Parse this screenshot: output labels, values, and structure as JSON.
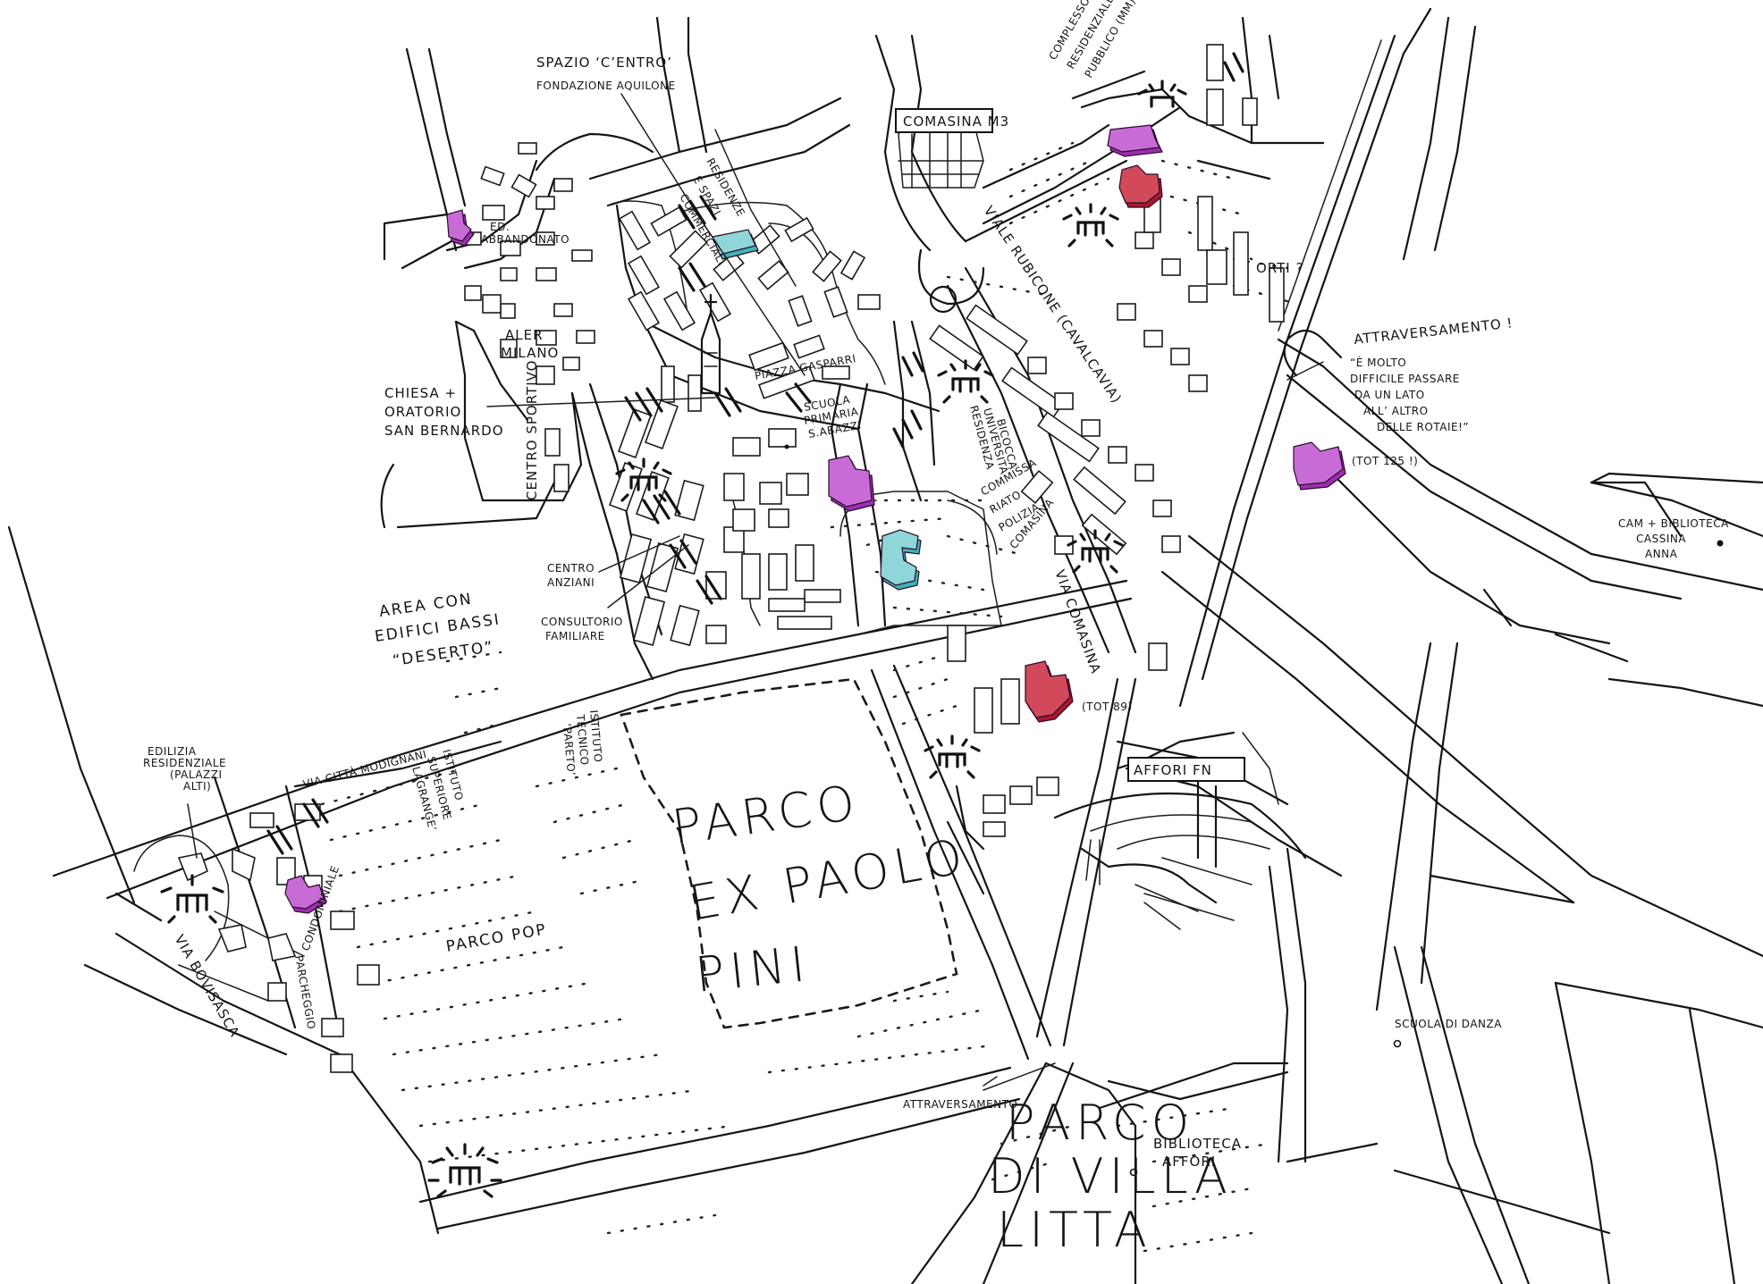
{
  "colors": {
    "violet": "#9b2fb0",
    "violet_top": "#c86bd6",
    "red": "#a8182c",
    "red_top": "#d24a5a",
    "teal": "#3fb3b6",
    "teal_top": "#8fd6d8",
    "ink": "#141414"
  },
  "labels": {
    "spazio_centro_1": "SPAZIO ‘C’ENTRO’",
    "spazio_centro_2": "FONDAZIONE AQUILONE",
    "comasina_m3": "COMASINA M3",
    "residenze_1": "RESIDENZE",
    "residenze_2": "E SPAZI",
    "residenze_3": "COMMERCIALI",
    "complesso_1": "COMPLESSO",
    "complesso_2": "RESIDENZIALE",
    "complesso_3": "PUBBLICO (MM)",
    "ed_abbandonato_1": "ED.",
    "ed_abbandonato_2": "ABBANDONATO",
    "viale_rubicone": "VIALE RUBICONE (CAVALCAVIA)",
    "orti": "ORTI ?",
    "aler_1": "ALER",
    "aler_2": "MILANO",
    "chiesa_1": "CHIESA +",
    "chiesa_2": "ORATORIO",
    "chiesa_3": "SAN BERNARDO",
    "centro_sportivo": "CENTRO SPORTIVO",
    "piazza": "PIAZZA GASPARRI",
    "scuola_1": "SCUOLA",
    "scuola_2": "PRIMARIA",
    "scuola_3": "S.ABAZZI",
    "residenza_uni_1": "RESIDENZA",
    "residenza_uni_2": "UNIVERSITÀ",
    "residenza_uni_3": "BICOCCA",
    "attraversamento_1": "ATTRAVERSAMENTO !",
    "attraversamento_2": "“È MOLTO",
    "attraversamento_3": "DIFFICILE PASSARE",
    "attraversamento_4": "DA UN LATO",
    "attraversamento_5": "ALL’ ALTRO",
    "attraversamento_6": "DELLE ROTAIE!”",
    "tot125": "(TOT 125 !)",
    "commissariato_1": "COMMISSA",
    "commissariato_2": "RIATO",
    "commissariato_3": "POLIZIA",
    "commissariato_4": "COMASINA",
    "cam_1": "CAM + BIBLIOTECA",
    "cam_2": "CASSINA",
    "cam_3": "ANNA",
    "centro_anziani_1": "CENTRO",
    "centro_anziani_2": "ANZIANI",
    "consultorio_1": "CONSULTORIO",
    "consultorio_2": "FAMILIARE",
    "area_1": "AREA CON",
    "area_2": "EDIFICI BASSI",
    "area_3": "“DESERTO”",
    "via_comasina": "VIA COMASINA",
    "tot89": "(TOT 89)",
    "edilizia_1": "EDILIZIA",
    "edilizia_2": "RESIDENZIALE",
    "edilizia_3": "(PALAZZI",
    "edilizia_4": "ALTI)",
    "via_modignani": "VIA CITTÀ MODIGNANI",
    "istituto_lagrange_1": "ISTITUTO",
    "istituto_lagrange_2": "SUPERIORE",
    "istituto_lagrange_3": "‘LAGRANGE’",
    "istituto_pareto_1": "ISTITUTO",
    "istituto_pareto_2": "TECNICO",
    "istituto_pareto_3": "‘PARETO’",
    "parco_ex_1": "PARCO",
    "parco_ex_2": "EX PAOLO",
    "parco_ex_3": "PINI",
    "affori_fn": "AFFORI FN",
    "parco_pop": "PARCO POP",
    "parcheggio_1": "PARCHEGGIO",
    "parcheggio_2": "CONDOMINIALE",
    "via_bovisasca": "VIA BOVISASCA",
    "scuola_danza": "SCUOLA DI DANZA",
    "attraversamento_small": "ATTRAVERSAMENTO",
    "parco_villa_1": "PARCO",
    "parco_villa_2": "DI VILLA",
    "parco_villa_3": "LITTA",
    "biblioteca_1": "BIBLIOTECA",
    "biblioteca_2": "AFFORI"
  }
}
